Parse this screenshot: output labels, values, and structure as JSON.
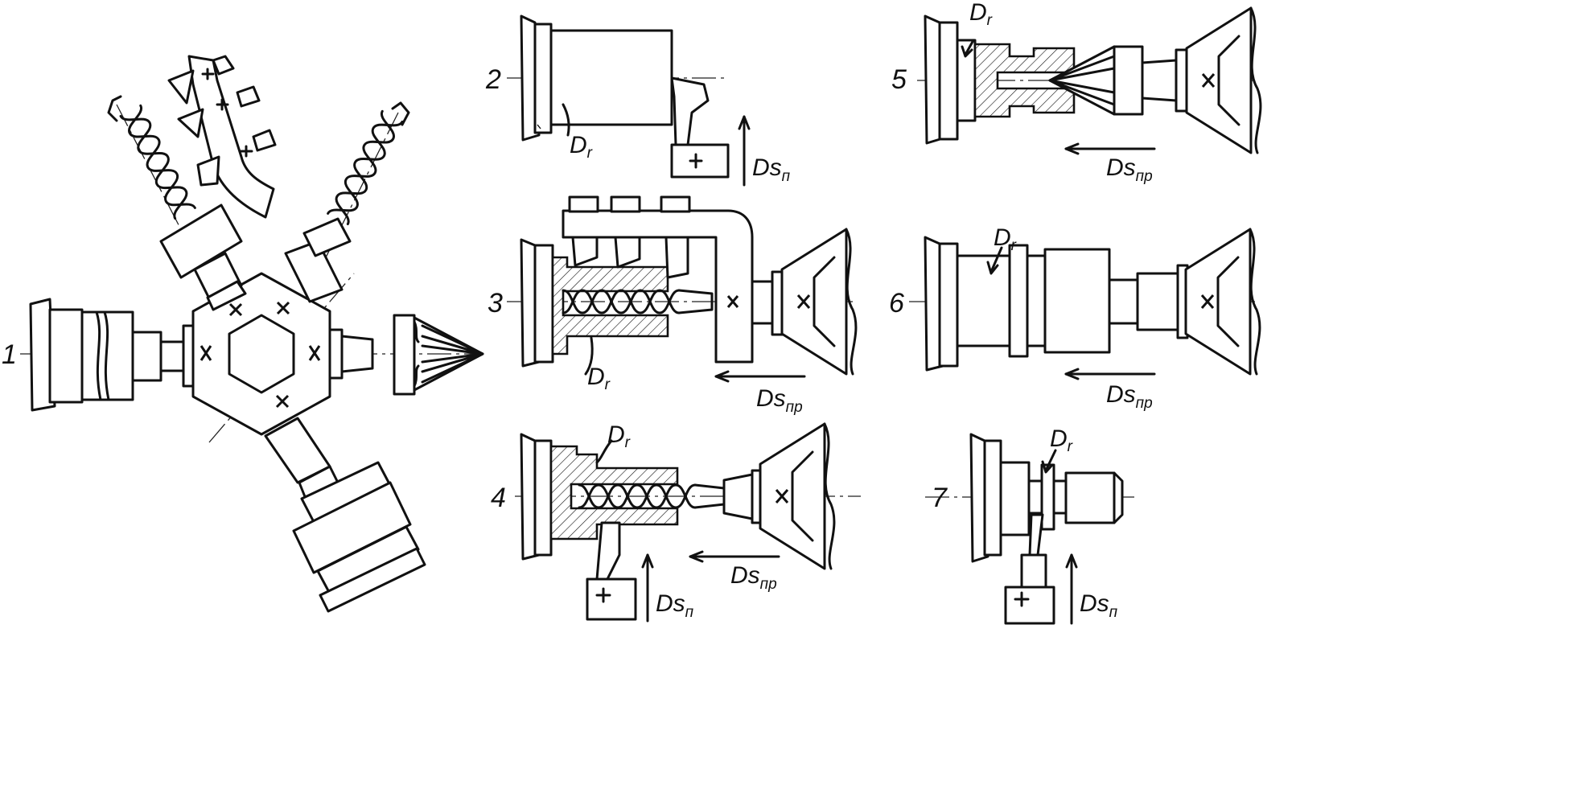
{
  "stations": [
    {
      "id": "1",
      "label": "1"
    },
    {
      "id": "2",
      "label": "2"
    },
    {
      "id": "3",
      "label": "3"
    },
    {
      "id": "4",
      "label": "4"
    },
    {
      "id": "5",
      "label": "5"
    },
    {
      "id": "6",
      "label": "6"
    },
    {
      "id": "7",
      "label": "7"
    }
  ],
  "motions": {
    "main": {
      "base": "D",
      "sub": "r"
    },
    "cross": {
      "base": "Ds",
      "sub": "п"
    },
    "longitudinal": {
      "base": "Ds",
      "sub": "пр"
    }
  }
}
